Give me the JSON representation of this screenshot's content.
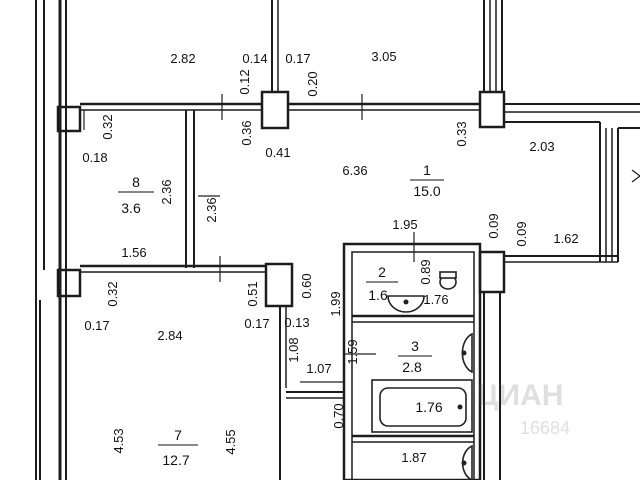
{
  "plan": {
    "rooms": [
      {
        "id": "1",
        "area": "15.0"
      },
      {
        "id": "2",
        "area": "1.6"
      },
      {
        "id": "3",
        "area": "2.8"
      },
      {
        "id": "7",
        "area": "12.7"
      },
      {
        "id": "8",
        "area": "3.6"
      }
    ],
    "dimensions": [
      "2.82",
      "0.14",
      "0.12",
      "0.17",
      "0.20",
      "3.05",
      "0.32",
      "0.18",
      "0.36",
      "0.41",
      "6.36",
      "0.33",
      "2.03",
      "2.36",
      "2.36",
      "1.95",
      "0.89",
      "1.76",
      "0.09",
      "0.09",
      "1.62",
      "1.56",
      "0.32",
      "0.51",
      "0.60",
      "1.99",
      "0.17",
      "0.17",
      "0.13",
      "2.84",
      "1.08",
      "1.59",
      "1.07",
      "0.70",
      "1.76",
      "4.53",
      "4.55",
      "1.87"
    ],
    "watermark": "ЦИАН",
    "watermark_number": "16684"
  }
}
